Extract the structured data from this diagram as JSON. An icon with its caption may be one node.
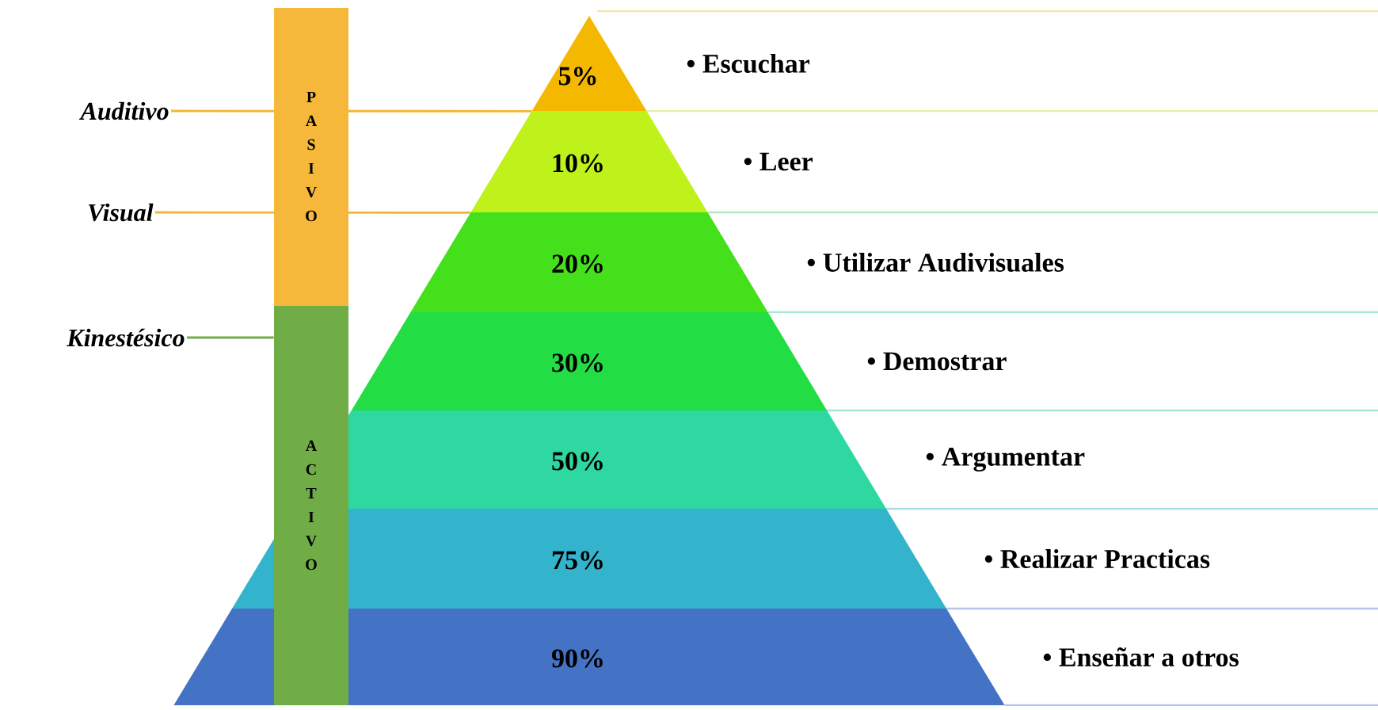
{
  "diagram": {
    "nodes": [
      {
        "text": [
          "Auditivo"
        ]
      },
      {
        "text": [
          "Visual"
        ]
      },
      {
        "text": [
          "Kinestésico"
        ]
      },
      {
        "text": [
          "PASIVO"
        ]
      },
      {
        "text": [
          "ACTIVO"
        ]
      },
      {
        "text": [
          "5%"
        ],
        "beside": [
          "• Escuchar"
        ]
      },
      {
        "text": [
          "10%"
        ],
        "beside": [
          "• Leer"
        ]
      },
      {
        "text": [
          "20%"
        ],
        "beside": [
          "• Utilizar Audivisuales"
        ]
      },
      {
        "text": [
          "30%"
        ],
        "beside": [
          "• Demostrar"
        ]
      },
      {
        "text": [
          "50%"
        ],
        "beside": [
          "• Argumentar"
        ]
      },
      {
        "text": [
          "75%"
        ],
        "beside": [
          "• Realizar Practicas"
        ]
      },
      {
        "text": [
          "90%"
        ],
        "beside": [
          "• Enseñar a otros"
        ]
      }
    ],
    "edges": [
      {
        "from": 0,
        "to": 5,
        "arrow": "none"
      },
      {
        "from": 1,
        "to": 6,
        "arrow": "none"
      },
      {
        "from": 2,
        "to": 4,
        "arrow": "none",
        "color": "#70ad47"
      }
    ]
  }
}
